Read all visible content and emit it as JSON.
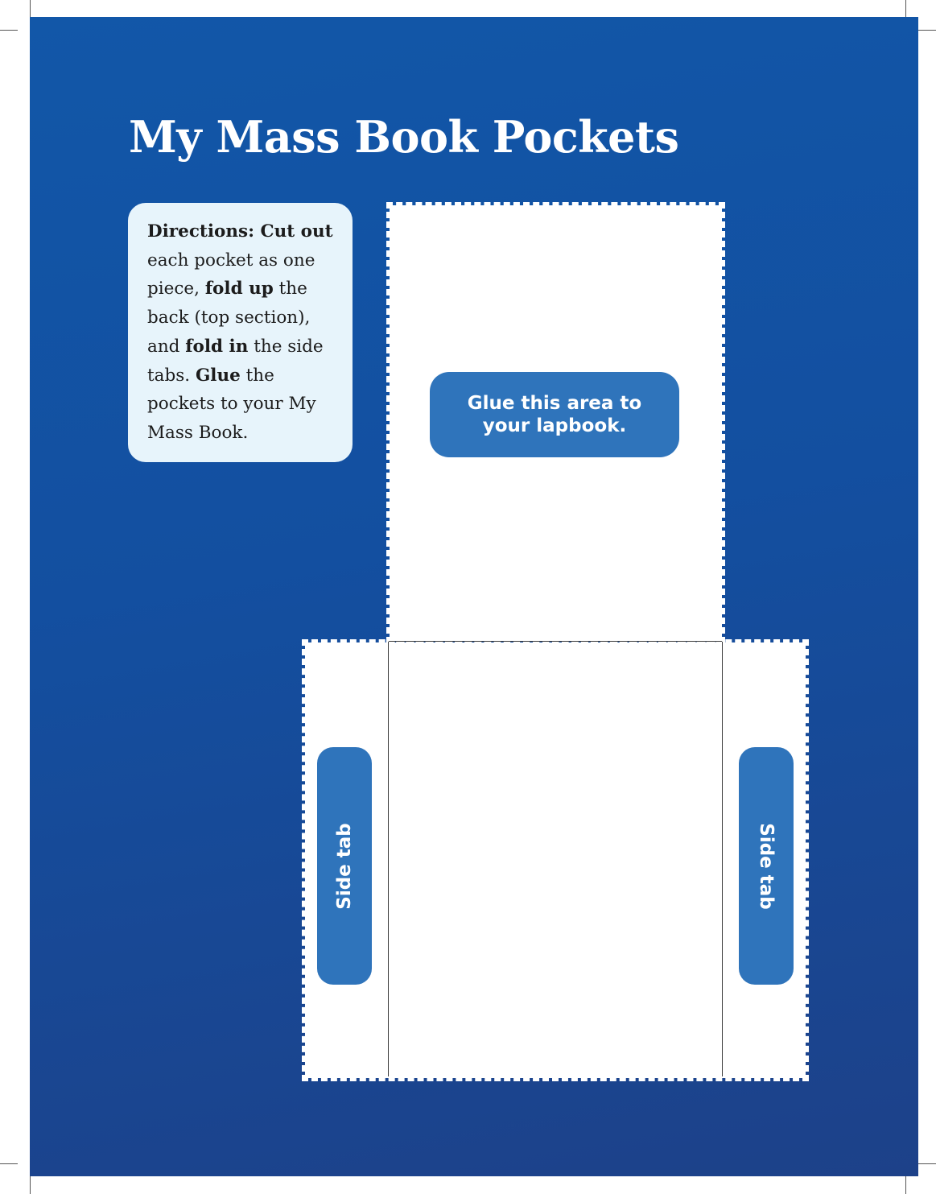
{
  "page": {
    "title": "My Mass Book Pockets"
  },
  "directions": {
    "line1_bold": "Directions: Cut out",
    "line1_rest": "each pocket as one piece,",
    "fold_up": "fold up",
    "after_fold_up": "the back (top section), and",
    "fold_in": "fold in",
    "after_fold_in": "the side tabs.",
    "glue": "Glue",
    "after_glue": "the pockets to your My Mass Book."
  },
  "pocket": {
    "glue_label": "Glue this area to your lapbook.",
    "side_tab_left": "Side tab",
    "side_tab_right": "Side tab"
  },
  "colors": {
    "background_top": "#1257a8",
    "background_bottom": "#1d4189",
    "label_blue": "#2f74bb",
    "directions_box": "#e7f4fb"
  }
}
